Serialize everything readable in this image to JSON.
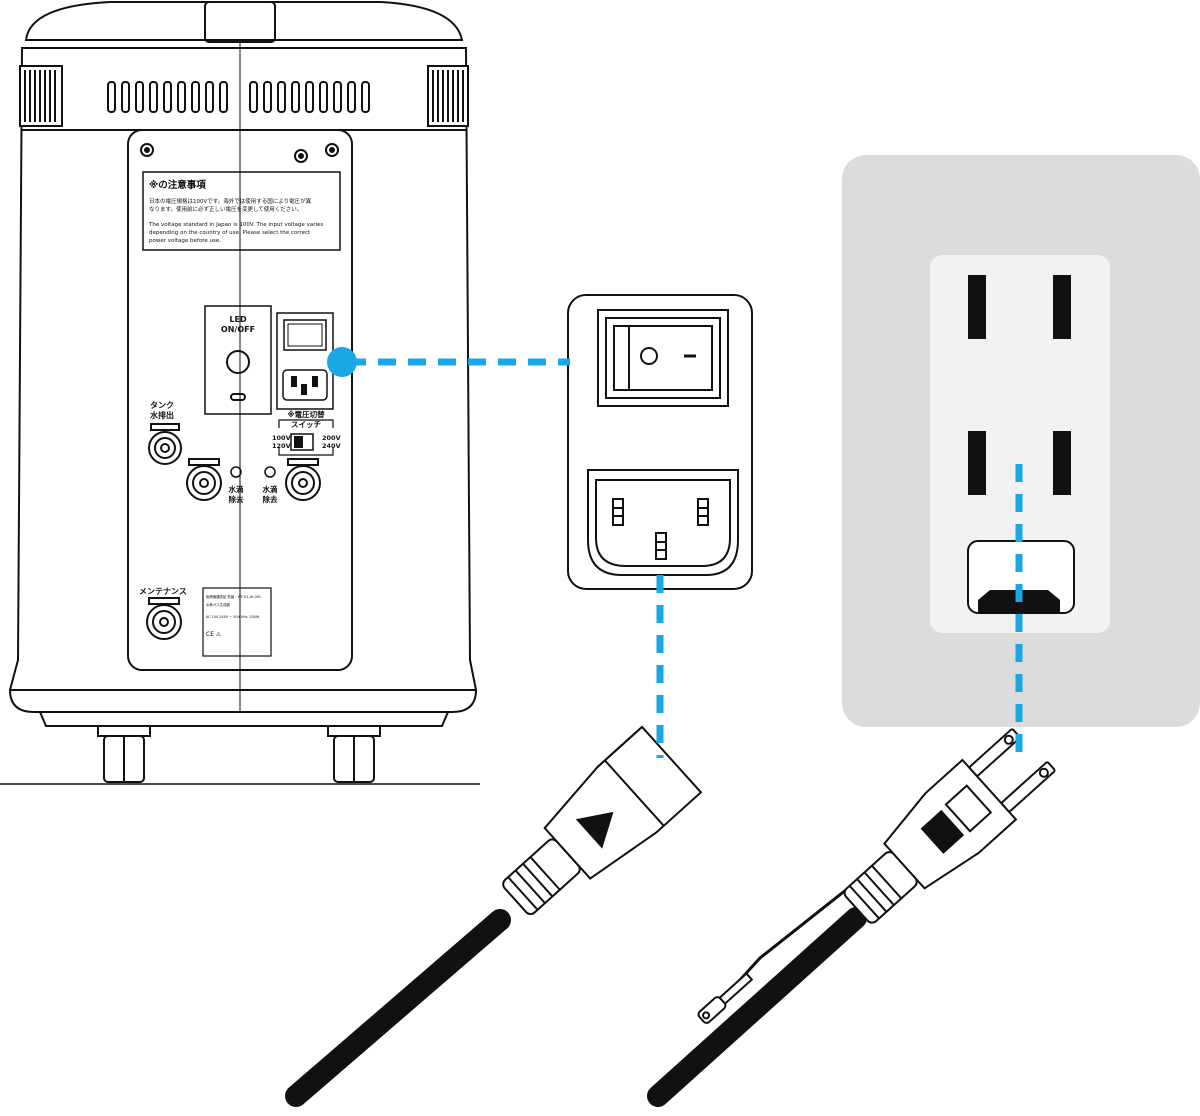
{
  "notice": {
    "title": "※の注意事項",
    "jp_line1": "日本の電圧規格は100Vです。海外では使用する国により電圧が異",
    "jp_line2": "なります。使用前に必ず正しい電圧を変更して使用ください。",
    "en_line1": "The voltage standard in Japan is 100V. The input voltage varies",
    "en_line2": "depending on the country of use. Please select the correct",
    "en_line3": "power voltage before use."
  },
  "panel": {
    "led_line1": "LED",
    "led_line2": "ON/OFF",
    "tank_drain_line1": "タンク",
    "tank_drain_line2": "水排出",
    "voltage_switch_line1": "※電圧切替",
    "voltage_switch_line2": "スイッチ",
    "v100": "100V",
    "v120": "120V",
    "v200": "200V",
    "v240": "240V",
    "water_drop_left_line1": "水滴",
    "water_drop_left_line2": "除去",
    "water_drop_right_line1": "水滴",
    "water_drop_right_line2": "除去",
    "maintenance": "メンテナンス",
    "rating_line1": "医療機器認証 型番：WF-01-JH-001",
    "rating_line2": "水素ガス生成器",
    "rating_line3": "AC 100-240V ~ 50/60Hz, 200W",
    "rating_line4": "CE  ⚠"
  },
  "colors": {
    "connector": "#1aa7e6",
    "outline": "#111111",
    "wallplate": "#dcdcdc",
    "outlet_face": "#f2f2f2"
  },
  "icons": [
    "power-rocker-switch-icon",
    "iec-c14-inlet-icon",
    "us-wall-outlet-icon",
    "iec-c13-plug-icon",
    "nema-5-15-plug-icon"
  ]
}
